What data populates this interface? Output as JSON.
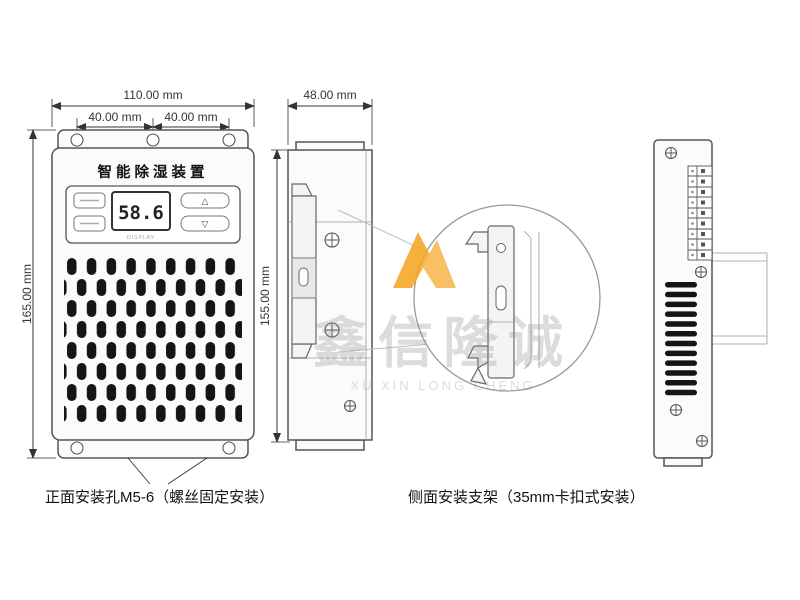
{
  "front_view": {
    "title": "智能除湿装置",
    "display": {
      "value": "58.6",
      "label": "DISPLAY",
      "up": "△",
      "down": "▽"
    },
    "dim_width": "110.00 mm",
    "dim_hole_left": "40.00 mm",
    "dim_hole_right": "40.00 mm",
    "dim_height": "165.00 mm",
    "note": "正面安装孔M5-6（螺丝固定安装）"
  },
  "side_view": {
    "dim_width": "48.00 mm",
    "dim_height": "155.00 mm",
    "note": "侧面安装支架（35mm卡扣式安装）"
  },
  "watermark": {
    "cn": "鑫信隆诚",
    "en": "XU XIN LONG CHENG",
    "accent": "#F5A623"
  },
  "colors": {
    "line": "#555555",
    "dimension": "#333333",
    "slot": "#151515"
  }
}
